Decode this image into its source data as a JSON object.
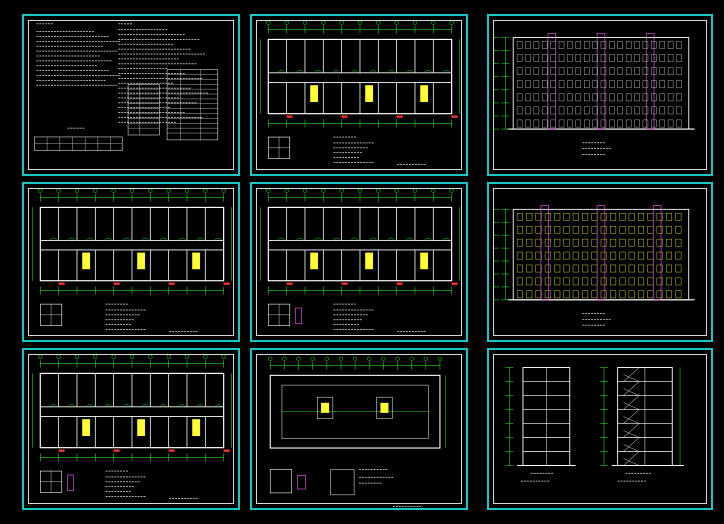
{
  "viewer": {
    "background": "#000000",
    "frame_color": "#19c6c6",
    "line_colors": {
      "wall": "#ffffff",
      "dimension": "#22dd22",
      "axis": "#ff3333",
      "highlight": "#ffff33",
      "accent": "#ff66ff",
      "note": "#dddddd"
    }
  },
  "sheets": [
    {
      "id": "sheet-design-notes",
      "kind": "notes"
    },
    {
      "id": "sheet-floor-plan-1",
      "kind": "plan"
    },
    {
      "id": "sheet-front-elevation",
      "kind": "elevation"
    },
    {
      "id": "sheet-floor-plan-2",
      "kind": "plan"
    },
    {
      "id": "sheet-floor-plan-3",
      "kind": "plan"
    },
    {
      "id": "sheet-rear-elevation",
      "kind": "elevation"
    },
    {
      "id": "sheet-floor-plan-4",
      "kind": "plan"
    },
    {
      "id": "sheet-roof-plan",
      "kind": "roof"
    },
    {
      "id": "sheet-sections",
      "kind": "section"
    }
  ]
}
